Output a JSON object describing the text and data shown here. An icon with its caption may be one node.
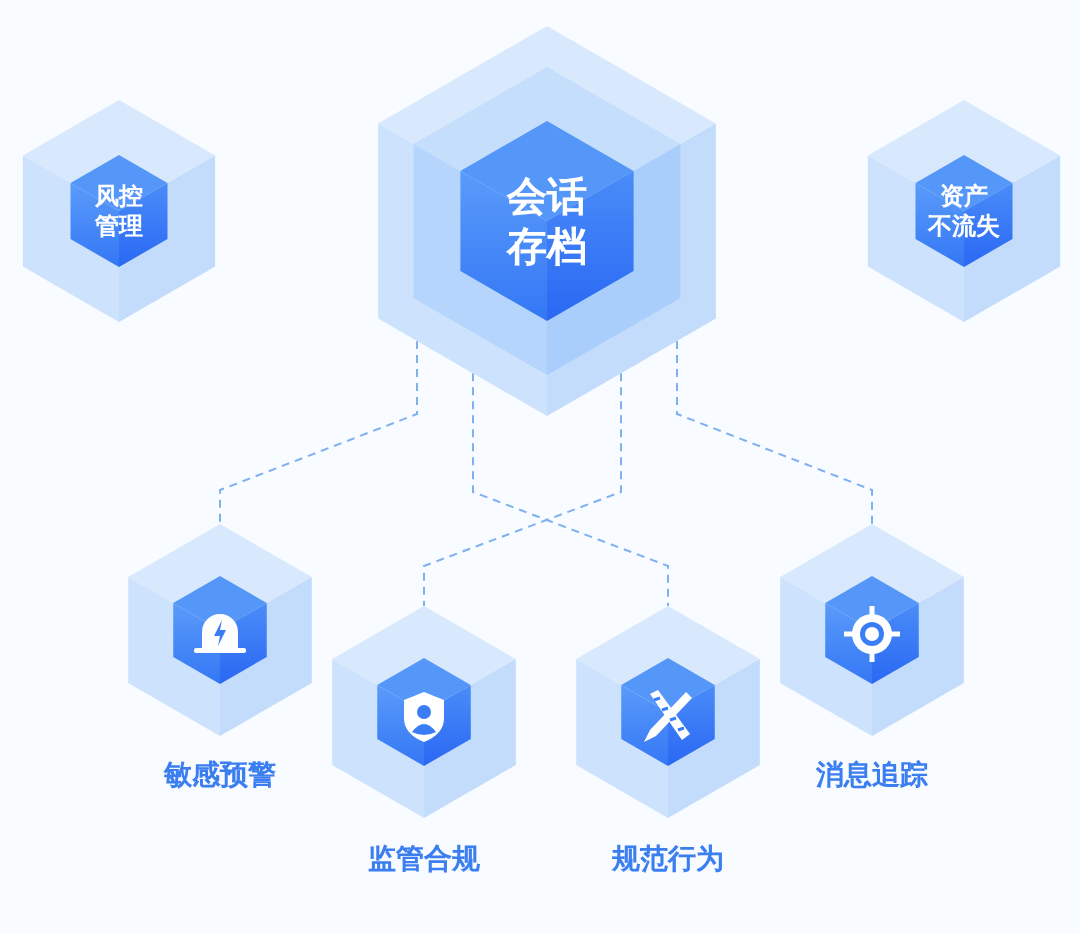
{
  "diagram": {
    "nodes": [
      {
        "text": [
          "风控管理"
        ]
      },
      {
        "text": [
          "会话存档"
        ]
      },
      {
        "text": [
          "资产不流失"
        ]
      },
      {
        "text": [
          "敏感预警"
        ]
      },
      {
        "text": [
          "监管合规"
        ]
      },
      {
        "text": [
          "规范行为"
        ]
      },
      {
        "text": [
          "消息追踪"
        ]
      }
    ],
    "edges": [
      {
        "from": 1,
        "to": 3,
        "arrow": "none",
        "style": "dashed"
      },
      {
        "from": 1,
        "to": 4,
        "arrow": "none",
        "style": "dashed"
      },
      {
        "from": 1,
        "to": 5,
        "arrow": "none",
        "style": "dashed"
      },
      {
        "from": 1,
        "to": 6,
        "arrow": "none",
        "style": "dashed"
      }
    ]
  }
}
